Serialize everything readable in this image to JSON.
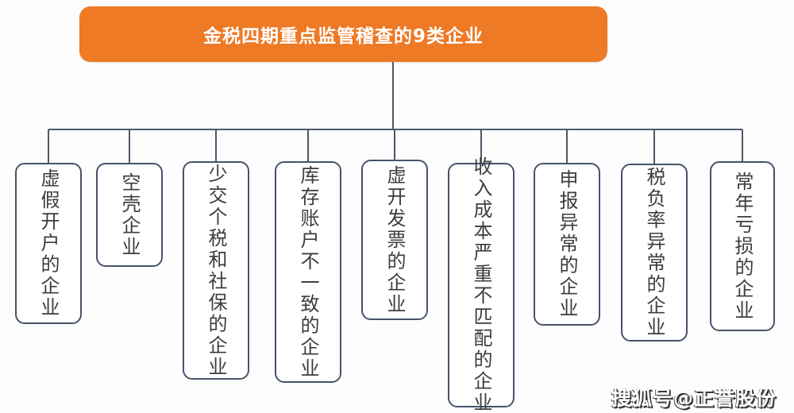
{
  "header": {
    "title": "金税四期重点监管稽查的9类企业"
  },
  "boxes": [
    {
      "label": "虚假开户的企业"
    },
    {
      "label": "空壳企业"
    },
    {
      "label": "少交个税和社保的企业"
    },
    {
      "label": "库存账户不一致的企业"
    },
    {
      "label": "虚开发票的企业"
    },
    {
      "label": "收入成本严重不匹配的企业"
    },
    {
      "label": "申报异常的企业"
    },
    {
      "label": "税负率异常的企业"
    },
    {
      "label": "常年亏损的企业"
    }
  ],
  "watermark": {
    "text": "搜狐号@正誉股份"
  },
  "colors": {
    "header_bg": "#ee7a26",
    "box_border": "#47536a",
    "connector": "#4c586d",
    "text": "#3d3d3d",
    "header_text": "#ffffff"
  },
  "diagram": {
    "type": "tree",
    "root": "金税四期重点监管稽查的9类企业",
    "children_count": 9
  }
}
